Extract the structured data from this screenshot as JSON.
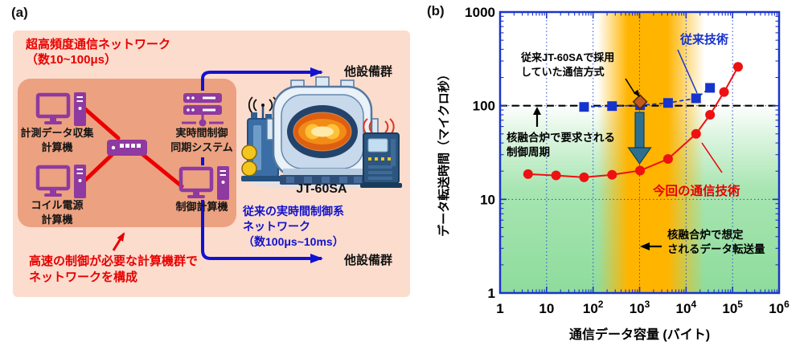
{
  "panel_a": {
    "label": "(a)",
    "network_title": "超高頻度通信ネットワーク\n（数10~100μs）",
    "nodes": {
      "daq": "計測データ収集\n計算機",
      "coil": "コイル電源\n計算機",
      "sync": "実時間制御\n同期システム",
      "control": "制御計算機"
    },
    "other_facilities_top": "他設備群",
    "other_facilities_bottom": "他設備群",
    "conventional_network_note": "従来の実時間制御系\nネットワーク\n（数100μs~10ms）",
    "fast_network_note": "高速の制御が必要な計算機群で\nネットワークを構成",
    "machine_label": "JT-60SA",
    "colors": {
      "outer_box": "#FBDCCD",
      "inner_box": "#ECA181",
      "icon_purple": "#8E3AA0",
      "red": "#E80000",
      "blue": "#1212D0"
    }
  },
  "panel_b": {
    "label": "(b)",
    "chart_data": {
      "type": "line",
      "title": "",
      "xlabel": "通信データ容量 (バイト)",
      "ylabel": "データ転送時間（マイクロ秒）",
      "xscale": "log",
      "yscale": "log",
      "xlim": [
        1,
        1000000
      ],
      "ylim": [
        1,
        1000
      ],
      "x_ticks": [
        {
          "v": 1,
          "label": "1"
        },
        {
          "v": 10,
          "label": "10"
        },
        {
          "v": 100,
          "label": "10^2"
        },
        {
          "v": 1000,
          "label": "10^3"
        },
        {
          "v": 10000,
          "label": "10^4"
        },
        {
          "v": 100000,
          "label": "10^5"
        },
        {
          "v": 1000000,
          "label": "10^6"
        }
      ],
      "y_ticks": [
        {
          "v": 1,
          "label": "1"
        },
        {
          "v": 10,
          "label": "10"
        },
        {
          "v": 100,
          "label": "100"
        },
        {
          "v": 1000,
          "label": "1000"
        }
      ],
      "grid": {
        "x_decades": [
          10,
          100,
          1000,
          10000,
          100000
        ],
        "y_values": [
          10,
          100
        ],
        "style": "dotted",
        "color": "#2A4BD0"
      },
      "reference_line": {
        "y": 100,
        "style": "dashed",
        "color": "#000000"
      },
      "series": [
        {
          "name": "従来技術",
          "color": "#1633CC",
          "marker": "square",
          "line_style": "dashed",
          "x": [
            64,
            256,
            1024,
            4096,
            16384,
            32768
          ],
          "y": [
            97,
            99,
            101,
            107,
            120,
            155
          ]
        },
        {
          "name": "今回の通信技術",
          "color": "#EE1111",
          "marker": "circle",
          "line_style": "solid",
          "x": [
            4,
            16,
            64,
            256,
            1024,
            4096,
            16384,
            32768,
            65536,
            131072
          ],
          "y": [
            18.6,
            18,
            17.2,
            18.3,
            20.3,
            27,
            50,
            80,
            140,
            260
          ]
        }
      ],
      "highlight_point": {
        "name": "従来JT-60SAで採用していた通信方式",
        "x": 1024,
        "y": 110,
        "marker": "diamond",
        "color": "#C05A1E"
      },
      "bands": {
        "orange_band": {
          "x_fade": [
            125,
            25000
          ],
          "x_solid": [
            560,
            4000
          ],
          "color": "#FFB400"
        },
        "green_region": {
          "y_max": 100,
          "color": "#8EDC9D"
        }
      },
      "annotations": [
        {
          "id": "legacy-jt60sa-note",
          "text": "従来JT-60SAで採用\nしていた通信方式",
          "color": "#000000"
        },
        {
          "id": "legacy-tech-label",
          "text": "従来技術",
          "color": "#1633CC"
        },
        {
          "id": "required-cycle-note",
          "text": "核融合炉で要求される\n制御周期",
          "color": "#000000"
        },
        {
          "id": "new-tech-label",
          "text": "今回の通信技術",
          "color": "#E60000"
        },
        {
          "id": "expected-volume-note",
          "text": "核融合炉で想定\nされるデータ転送量",
          "color": "#000000"
        }
      ]
    }
  }
}
